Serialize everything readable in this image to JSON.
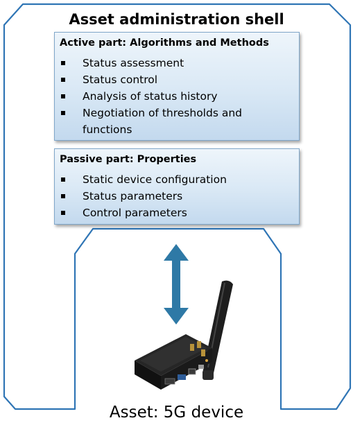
{
  "shell": {
    "title": "Asset administration shell",
    "active": {
      "title": "Active part: Algorithms and Methods",
      "items": [
        "Status assessment",
        "Status control",
        "Analysis of status history",
        "Negotiation of thresholds and functions"
      ]
    },
    "passive": {
      "title": "Passive part: Properties",
      "items": [
        "Static device configuration",
        "Status parameters",
        "Control parameters"
      ]
    }
  },
  "asset": {
    "label": "Asset: 5G device"
  },
  "colors": {
    "frame": "#2f75b5",
    "arrow": "#2e79a6",
    "box_border": "#7fa6c9",
    "box_fill": "#d9e8f5"
  },
  "icons": {
    "arrow": "double-vertical-arrow",
    "device": "5g-router-image"
  }
}
